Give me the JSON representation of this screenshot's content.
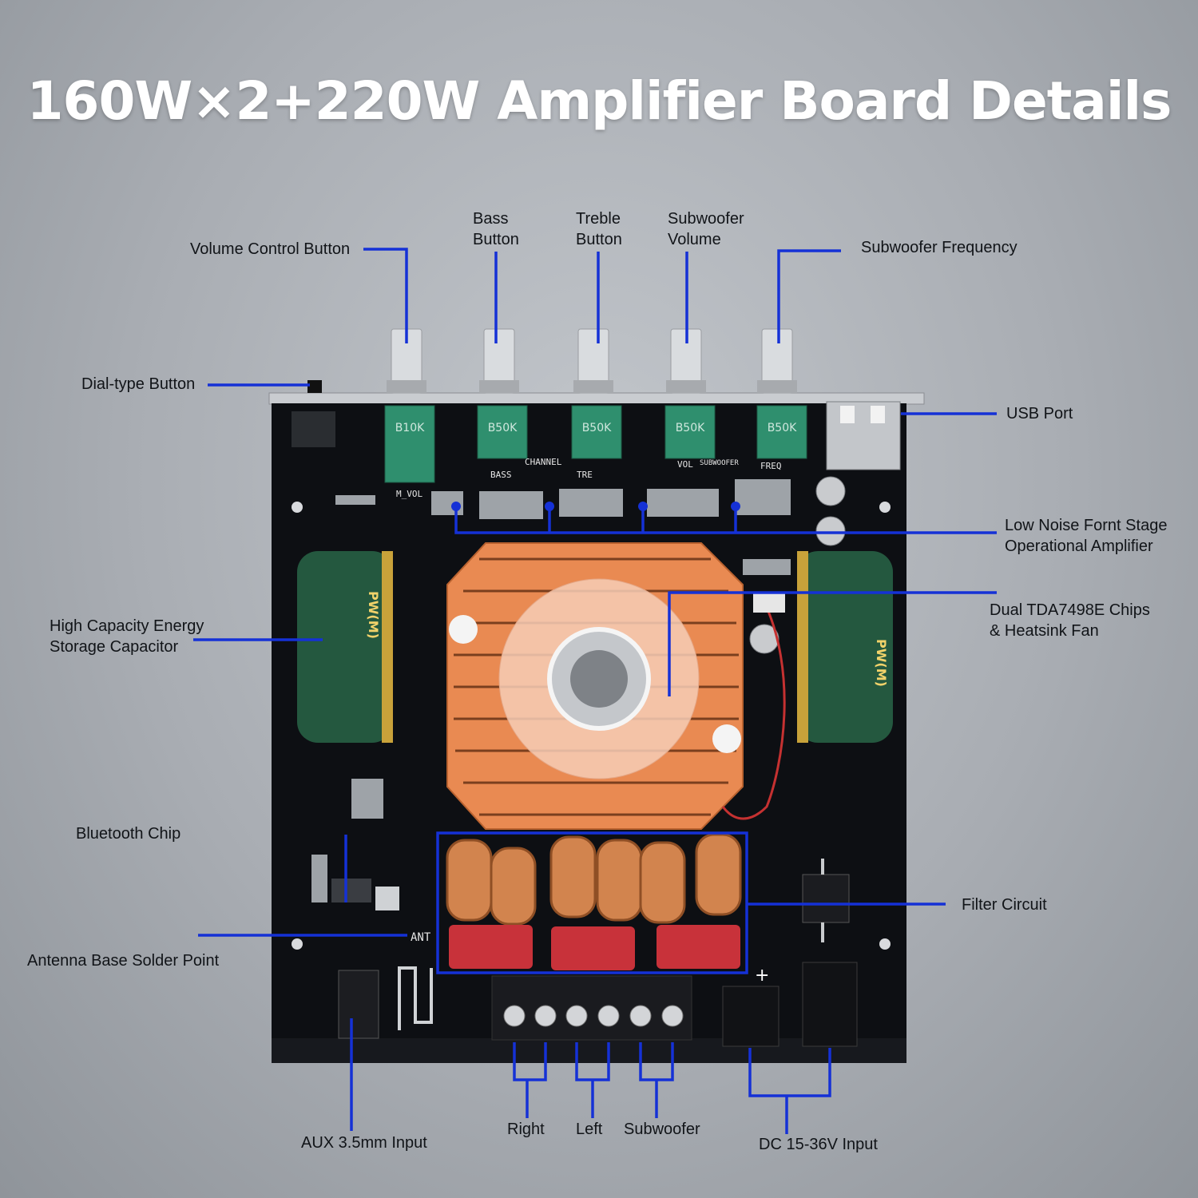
{
  "title": "160W×2+220W Amplifier Board Details",
  "labels": {
    "volume_control": [
      "Volume Control Button"
    ],
    "bass": [
      "Bass",
      "Button"
    ],
    "treble": [
      "Treble",
      "Button"
    ],
    "sub_volume": [
      "Subwoofer",
      "Volume"
    ],
    "sub_frequency": [
      "Subwoofer Frequency"
    ],
    "dial_type": [
      "Dial-type Button"
    ],
    "usb_port": [
      "USB Port"
    ],
    "low_noise": [
      "Low Noise Fornt Stage",
      "Operational Amplifier"
    ],
    "dual_chips": [
      "Dual TDA7498E Chips",
      "& Heatsink Fan"
    ],
    "capacitor": [
      "High Capacity Energy",
      "Storage Capacitor"
    ],
    "bluetooth": [
      "Bluetooth Chip"
    ],
    "antenna": [
      "Antenna Base Solder Point"
    ],
    "filter": [
      "Filter Circuit"
    ],
    "aux": [
      "AUX 3.5mm Input"
    ],
    "right": [
      "Right"
    ],
    "left": [
      "Left"
    ],
    "subwoofer": [
      "Subwoofer"
    ],
    "dc_input": [
      "DC 15-36V Input"
    ]
  },
  "board_marks": {
    "pots": [
      "B10K",
      "B50K",
      "B50K",
      "B50K",
      "B50K"
    ],
    "silk": [
      "M_VOL",
      "BASS",
      "CHANNEL",
      "TRE",
      "SUBWOOFER",
      "VOL",
      "FREQ",
      "ANT",
      "PW(M)",
      "PW(M)"
    ]
  },
  "colors": {
    "leader": "#1531d6",
    "board": "#0d0f13",
    "heatsink": "#e98a52",
    "capacitor": "#24583f",
    "pot": "#2f8f6e",
    "red_cap": "#c8323a"
  }
}
